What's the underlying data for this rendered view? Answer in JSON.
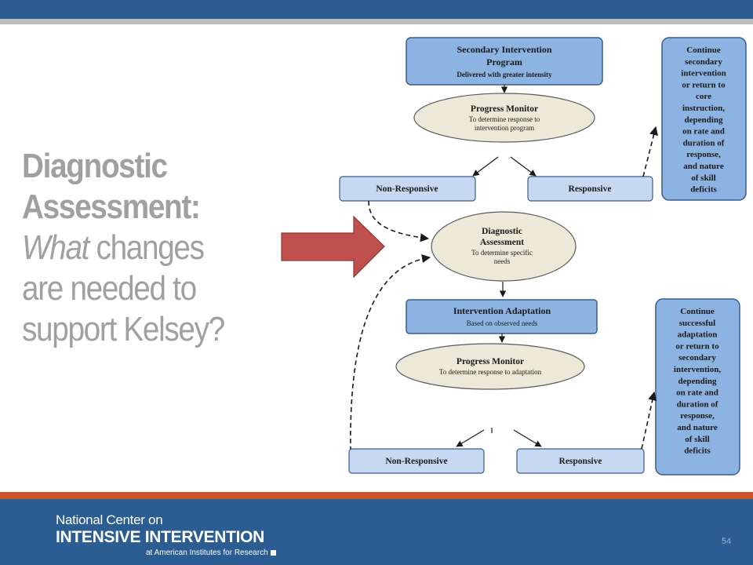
{
  "slide": {
    "title_bold_line1": "Diagnostic",
    "title_bold_line2": "Assessment:",
    "question_italic": "What",
    "question_rest": " changes are needed to support Kelsey?",
    "page_number": "54"
  },
  "colors": {
    "header_blue": "#2a5a90",
    "footer_blue": "#2b5d93",
    "footer_accent": "#c8532c",
    "box_fill": "#8db3e2",
    "light_box_fill": "#c6d9f1",
    "oval_fill": "#ece9d8",
    "arrow_red": "#c0504d"
  },
  "diagram": {
    "secondary_program": {
      "line1": "Secondary Intervention",
      "line2": "Program",
      "sub": "Delivered with greater intensity"
    },
    "progress_monitor_1": {
      "title": "Progress Monitor",
      "sub1": "To determine response to",
      "sub2": "intervention program"
    },
    "non_responsive_1": "Non-Responsive",
    "responsive_1": "Responsive",
    "continue_box_1": [
      "Continue",
      "secondary",
      "intervention",
      "or return to",
      "core",
      "instruction,",
      "depending",
      "on rate and",
      "duration of",
      "response,",
      "and nature",
      "of skill",
      "deficits"
    ],
    "diagnostic_assessment": {
      "line1": "Diagnostic",
      "line2": "Assessment",
      "sub1": "To determine specific",
      "sub2": "needs"
    },
    "intervention_adaptation": {
      "title": "Intervention Adaptation",
      "sub": "Based on observed needs"
    },
    "progress_monitor_2": {
      "title": "Progress Monitor",
      "sub": "To determine response to adaptation"
    },
    "non_responsive_2": "Non-Responsive",
    "responsive_2": "Responsive",
    "continue_box_2": [
      "Continue",
      "successful",
      "adaptation",
      "or return to",
      "secondary",
      "intervention,",
      "depending",
      "on rate and",
      "duration of",
      "response,",
      "and nature",
      "of skill",
      "deficits"
    ]
  },
  "footer": {
    "org_line1": "National Center on",
    "org_line2": "INTENSIVE INTERVENTION",
    "org_line3": "at American Institutes for Research"
  }
}
